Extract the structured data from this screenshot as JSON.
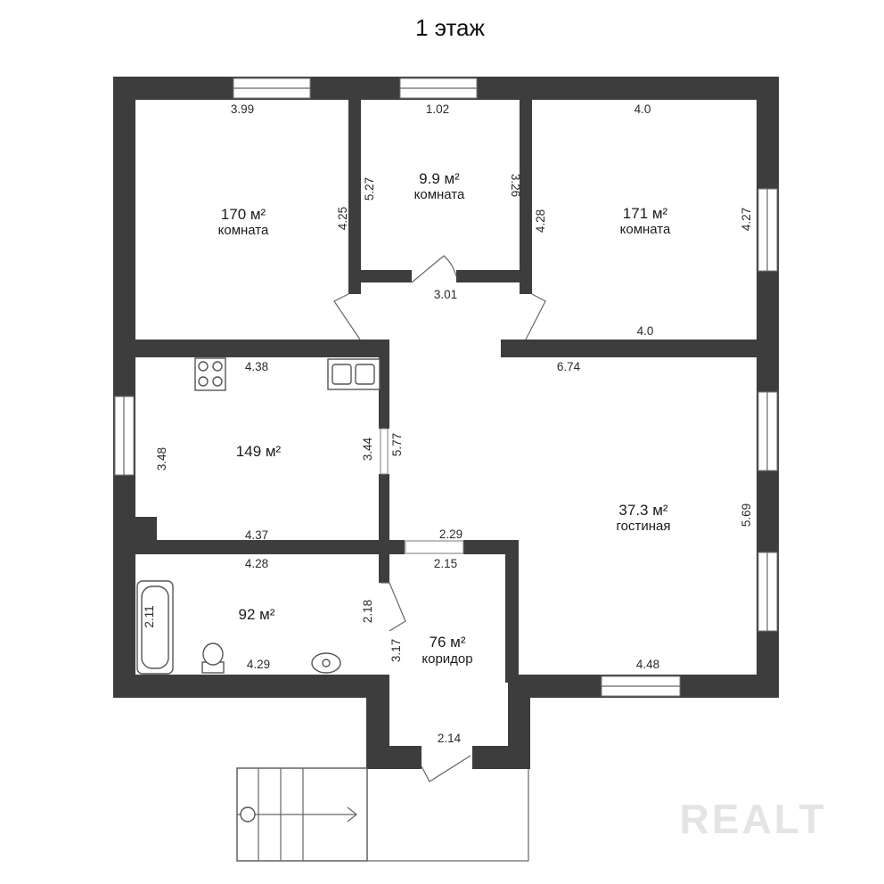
{
  "title": "1 этаж",
  "watermark": "REALT",
  "rooms": [
    {
      "id": "room_nw",
      "area": "170 м²",
      "name": "комната"
    },
    {
      "id": "room_n_small",
      "area": "9.9 м²",
      "name": "комната"
    },
    {
      "id": "room_ne",
      "area": "171 м²",
      "name": "комната"
    },
    {
      "id": "kitchen",
      "area": "149 м²",
      "name": ""
    },
    {
      "id": "living",
      "area": "37.3 м²",
      "name": "гостиная"
    },
    {
      "id": "bathroom",
      "area": "92 м²",
      "name": ""
    },
    {
      "id": "corridor",
      "area": "76 м²",
      "name": "коридор"
    }
  ],
  "dimensions": {
    "nw_top": "3.99",
    "nw_right": "4.25",
    "small_top": "1.02",
    "small_left": "5.27",
    "small_right": "3.26",
    "hall_width": "3.01",
    "ne_top": "4.0",
    "ne_left": "4.28",
    "ne_right": "4.27",
    "ne_bottom": "4.0",
    "kitchen_top": "4.38",
    "kitchen_left": "3.48",
    "kitchen_right": "3.44",
    "kitchen_door_wall": "5.77",
    "kitchen_bottom": "4.37",
    "living_top": "6.74",
    "living_right": "5.69",
    "living_bottom": "4.48",
    "corridor_top_outer": "2.29",
    "corridor_top_inner": "2.15",
    "corridor_left": "3.17",
    "corridor_bottom": "2.14",
    "bath_top": "4.28",
    "bath_tub": "2.11",
    "bath_right": "2.18",
    "bath_bottom": "4.29"
  },
  "colors": {
    "wall": "#3d3d3d",
    "background": "#ffffff",
    "window": "#ffffff"
  }
}
